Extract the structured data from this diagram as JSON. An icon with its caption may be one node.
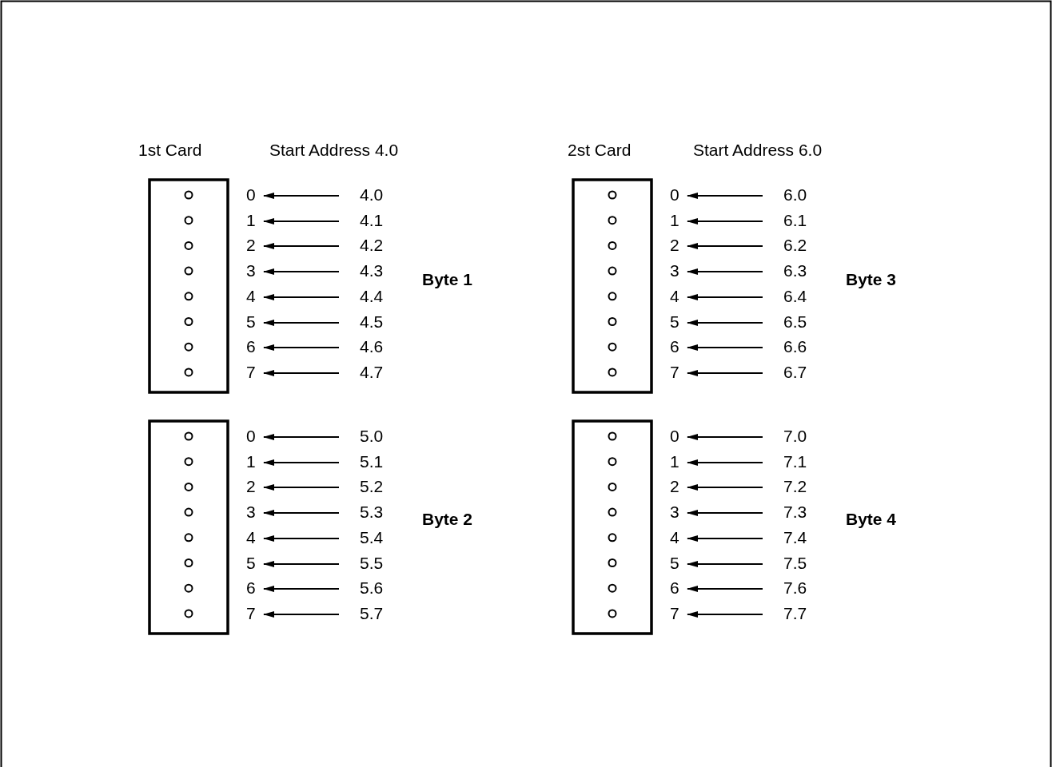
{
  "diagram": {
    "nodes": [
      {
        "text": [
          "0"
        ]
      },
      {
        "text": [
          "4.0"
        ]
      },
      {
        "text": [
          "1"
        ]
      },
      {
        "text": [
          "4.1"
        ]
      },
      {
        "text": [
          "2"
        ]
      },
      {
        "text": [
          "4.2"
        ]
      },
      {
        "text": [
          "3"
        ]
      },
      {
        "text": [
          "4.3"
        ]
      },
      {
        "text": [
          "4"
        ]
      },
      {
        "text": [
          "4.4"
        ]
      },
      {
        "text": [
          "5"
        ]
      },
      {
        "text": [
          "4.5"
        ]
      },
      {
        "text": [
          "6"
        ]
      },
      {
        "text": [
          "4.6"
        ]
      },
      {
        "text": [
          "7"
        ]
      },
      {
        "text": [
          "4.7"
        ]
      },
      {
        "text": [
          "0"
        ]
      },
      {
        "text": [
          "6.0"
        ]
      },
      {
        "text": [
          "1"
        ]
      },
      {
        "text": [
          "6.1"
        ]
      },
      {
        "text": [
          "2"
        ]
      },
      {
        "text": [
          "6.2"
        ]
      },
      {
        "text": [
          "3"
        ]
      },
      {
        "text": [
          "6.3"
        ]
      },
      {
        "text": [
          "4"
        ]
      },
      {
        "text": [
          "6.4"
        ]
      },
      {
        "text": [
          "5"
        ]
      },
      {
        "text": [
          "6.5"
        ]
      },
      {
        "text": [
          "6"
        ]
      },
      {
        "text": [
          "6.6"
        ]
      },
      {
        "text": [
          "7"
        ]
      },
      {
        "text": [
          "6.7"
        ]
      },
      {
        "text": [
          "0"
        ]
      },
      {
        "text": [
          "5.0"
        ]
      },
      {
        "text": [
          "1"
        ]
      },
      {
        "text": [
          "5.1"
        ]
      },
      {
        "text": [
          "2"
        ]
      },
      {
        "text": [
          "5.2"
        ]
      },
      {
        "text": [
          "3"
        ]
      },
      {
        "text": [
          "5.3"
        ]
      },
      {
        "text": [
          "4"
        ]
      },
      {
        "text": [
          "5.4"
        ]
      },
      {
        "text": [
          "5"
        ]
      },
      {
        "text": [
          "5.5"
        ]
      },
      {
        "text": [
          "6"
        ]
      },
      {
        "text": [
          "5.6"
        ]
      },
      {
        "text": [
          "7"
        ]
      },
      {
        "text": [
          "5.7"
        ]
      },
      {
        "text": [
          "0"
        ]
      },
      {
        "text": [
          "7.0"
        ]
      },
      {
        "text": [
          "1"
        ]
      },
      {
        "text": [
          "7.1"
        ]
      },
      {
        "text": [
          "2"
        ]
      },
      {
        "text": [
          "7.2"
        ]
      },
      {
        "text": [
          "3"
        ]
      },
      {
        "text": [
          "7.3"
        ]
      },
      {
        "text": [
          "4"
        ]
      },
      {
        "text": [
          "7.4"
        ]
      },
      {
        "text": [
          "5"
        ]
      },
      {
        "text": [
          "7.5"
        ]
      },
      {
        "text": [
          "6"
        ]
      },
      {
        "text": [
          "7.6"
        ]
      },
      {
        "text": [
          "7"
        ]
      },
      {
        "text": [
          "7.7"
        ]
      }
    ],
    "edges": [
      {
        "from": 1,
        "to": 0,
        "arrow": "to"
      },
      {
        "from": 3,
        "to": 2,
        "arrow": "to"
      },
      {
        "from": 5,
        "to": 4,
        "arrow": "to"
      },
      {
        "from": 7,
        "to": 6,
        "arrow": "to"
      },
      {
        "from": 9,
        "to": 8,
        "arrow": "to"
      },
      {
        "from": 11,
        "to": 10,
        "arrow": "to"
      },
      {
        "from": 13,
        "to": 12,
        "arrow": "to"
      },
      {
        "from": 15,
        "to": 14,
        "arrow": "to"
      },
      {
        "from": 17,
        "to": 16,
        "arrow": "to"
      },
      {
        "from": 19,
        "to": 18,
        "arrow": "to"
      },
      {
        "from": 21,
        "to": 20,
        "arrow": "to"
      },
      {
        "from": 23,
        "to": 22,
        "arrow": "to"
      },
      {
        "from": 25,
        "to": 24,
        "arrow": "to"
      },
      {
        "from": 27,
        "to": 26,
        "arrow": "to"
      },
      {
        "from": 29,
        "to": 28,
        "arrow": "to"
      },
      {
        "from": 31,
        "to": 30,
        "arrow": "to"
      },
      {
        "from": 33,
        "to": 32,
        "arrow": "to"
      },
      {
        "from": 35,
        "to": 34,
        "arrow": "to"
      },
      {
        "from": 37,
        "to": 36,
        "arrow": "to"
      },
      {
        "from": 39,
        "to": 38,
        "arrow": "to"
      },
      {
        "from": 41,
        "to": 40,
        "arrow": "to"
      },
      {
        "from": 43,
        "to": 42,
        "arrow": "to"
      },
      {
        "from": 45,
        "to": 44,
        "arrow": "to"
      },
      {
        "from": 47,
        "to": 46,
        "arrow": "to"
      },
      {
        "from": 49,
        "to": 48,
        "arrow": "to"
      },
      {
        "from": 51,
        "to": 50,
        "arrow": "to"
      },
      {
        "from": 53,
        "to": 52,
        "arrow": "to"
      },
      {
        "from": 55,
        "to": 54,
        "arrow": "to"
      },
      {
        "from": 57,
        "to": 56,
        "arrow": "to"
      },
      {
        "from": 59,
        "to": 58,
        "arrow": "to"
      },
      {
        "from": 61,
        "to": 60,
        "arrow": "to"
      },
      {
        "from": 63,
        "to": 62,
        "arrow": "to"
      }
    ],
    "labels": [
      "1st Card",
      "Start Address 4.0",
      "2st Card",
      "Start Address 6.0",
      "Byte 1",
      "Byte 3",
      "Byte 2",
      "Byte 4"
    ]
  }
}
